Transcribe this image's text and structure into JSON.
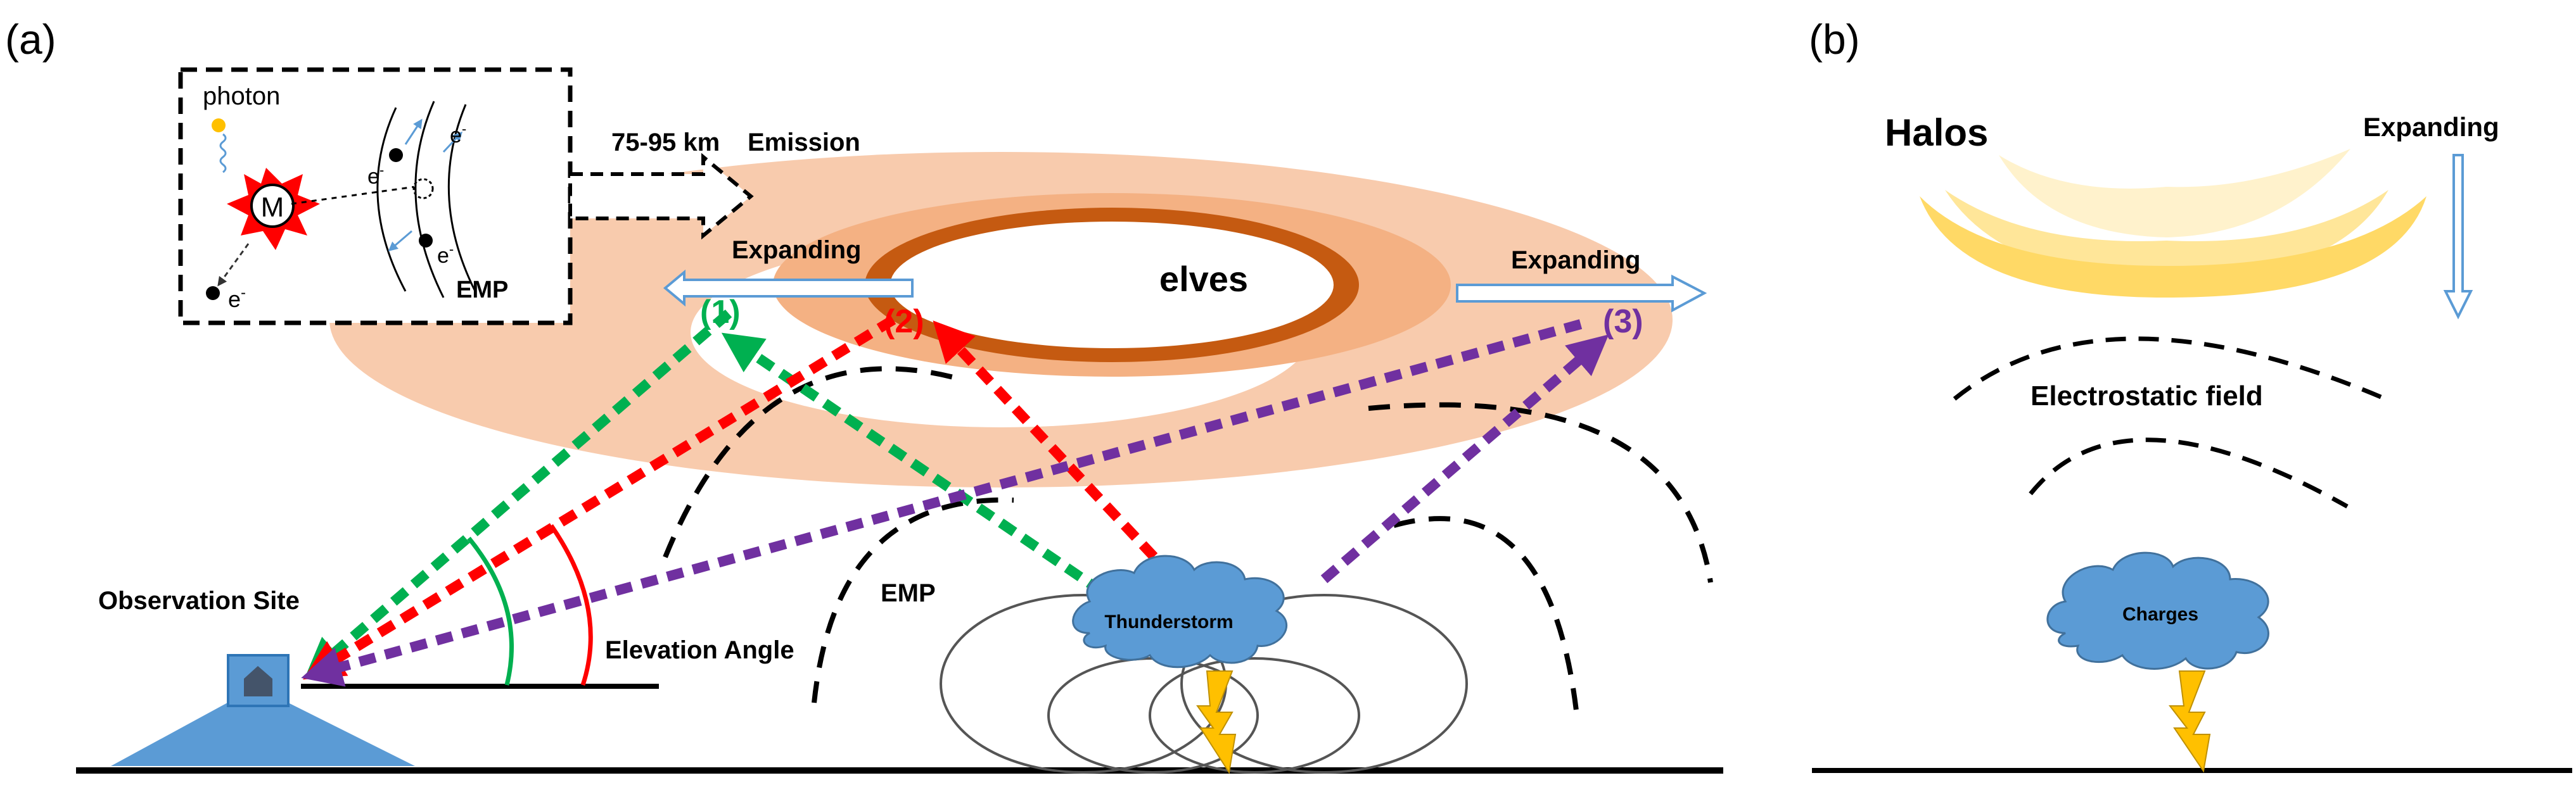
{
  "panel_a": {
    "label": "(a)",
    "inset": {
      "photon": "photon",
      "molecule": "M",
      "electron": "e",
      "electron_sup": "-",
      "emp": "EMP"
    },
    "altitude_label": "75-95 km",
    "emission_label": "Emission",
    "elves_label": "elves",
    "expanding_left": "Expanding",
    "expanding_right": "Expanding",
    "point_1": "(1)",
    "point_2": "(2)",
    "point_3": "(3)",
    "observation_site": "Observation Site",
    "elevation_angle": "Elevation Angle",
    "emp_label": "EMP",
    "thunderstorm": "Thunderstorm",
    "colors": {
      "ring_outer": "#f8cbad",
      "ring_mid": "#f4b183",
      "ring_inner": "#c55a11",
      "ray_1": "#00b050",
      "ray_2": "#ff0000",
      "ray_3": "#7030a0",
      "cloud": "#5b9bd5",
      "bolt": "#ffc000"
    }
  },
  "panel_b": {
    "label": "(b)",
    "halos": "Halos",
    "expanding": "Expanding",
    "field_label": "Electrostatic field",
    "charges": "Charges",
    "colors": {
      "halo": "#ffd966",
      "halo_light": "#fff2cc"
    }
  }
}
